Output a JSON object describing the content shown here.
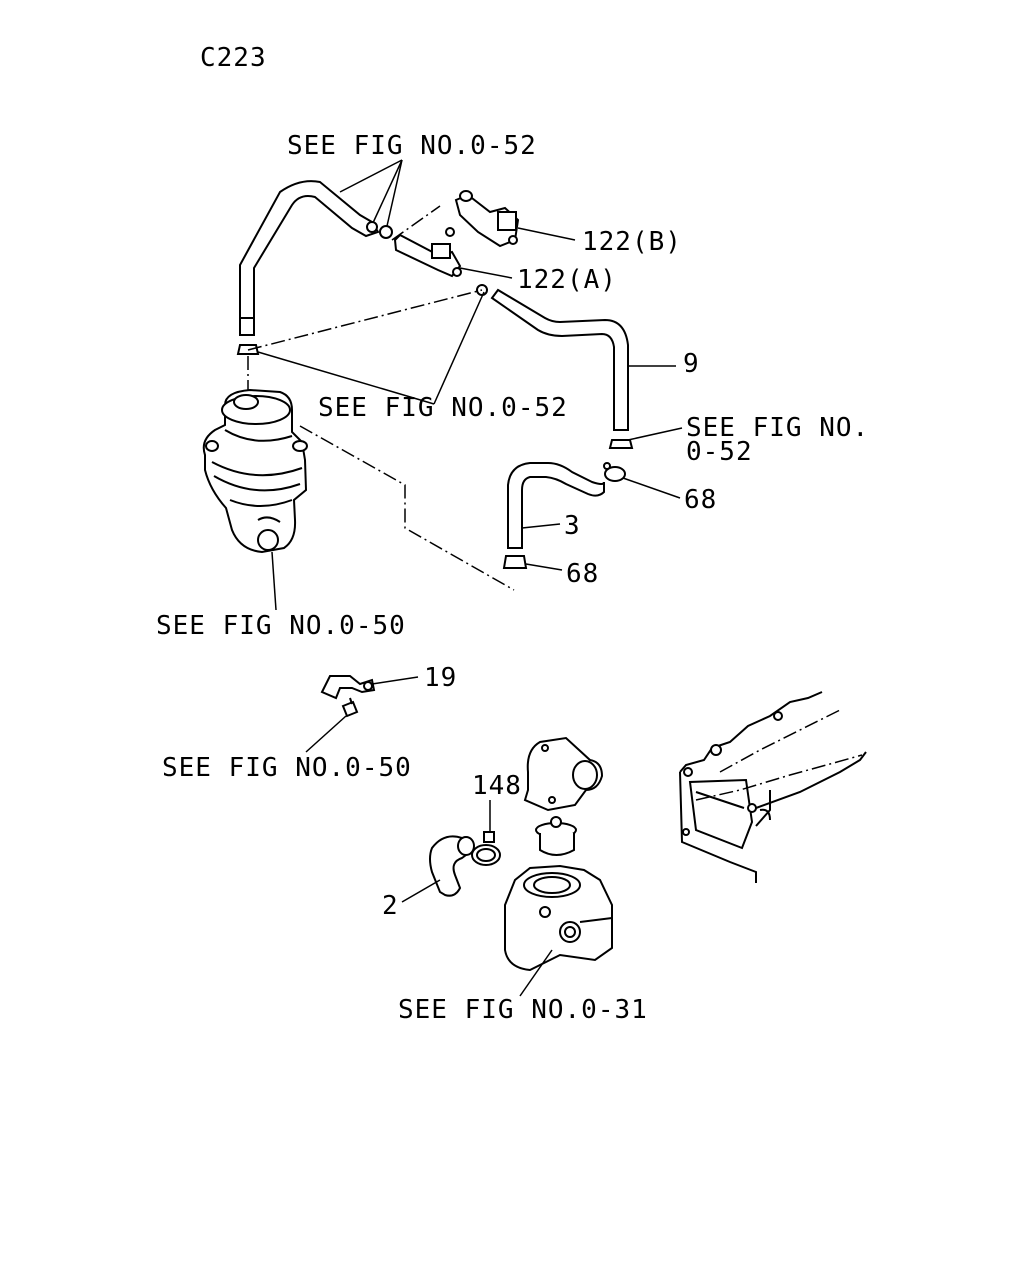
{
  "diagram_code": "C223",
  "labels": {
    "see_fig_052_top": "SEE FIG NO.0-52",
    "part_122b": "122(B)",
    "part_122a": "122(A)",
    "part_9": "9",
    "see_fig_052_mid": "SEE FIG NO.0-52",
    "see_fig_052_right_l1": "SEE FIG NO.",
    "see_fig_052_right_l2": "0-52",
    "part_68_upper": "68",
    "part_3": "3",
    "part_68_lower": "68",
    "see_fig_050_a": "SEE FIG NO.0-50",
    "part_19": "19",
    "see_fig_050_b": "SEE FIG NO.0-50",
    "part_148": "148",
    "part_2": "2",
    "see_fig_031": "SEE FIG NO.0-31"
  }
}
